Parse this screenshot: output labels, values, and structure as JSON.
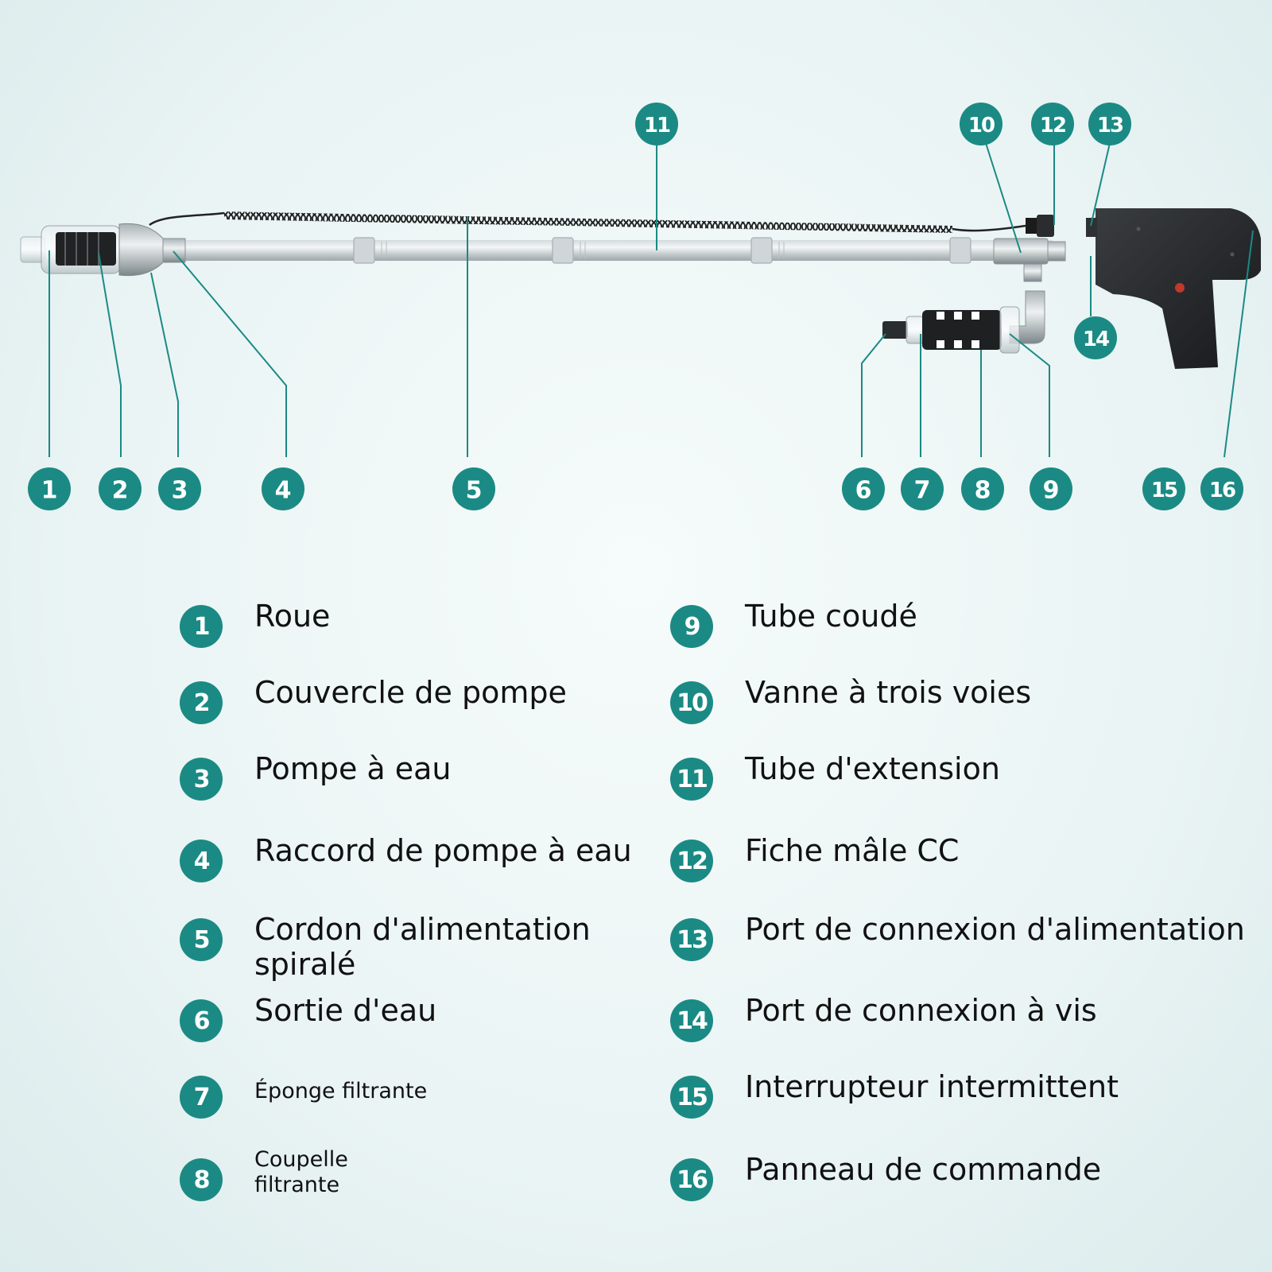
{
  "colors": {
    "accent": "#1b8a84",
    "leader": "#1b8a84",
    "text": "#111111"
  },
  "callouts": [
    "1",
    "2",
    "3",
    "4",
    "5",
    "6",
    "7",
    "8",
    "9",
    "10",
    "11",
    "12",
    "13",
    "14",
    "15",
    "16"
  ],
  "legend": [
    {
      "number": "1",
      "label": "Roue"
    },
    {
      "number": "2",
      "label": "Couvercle de pompe"
    },
    {
      "number": "3",
      "label": "Pompe à eau"
    },
    {
      "number": "4",
      "label": "Raccord de pompe à eau"
    },
    {
      "number": "5",
      "label_line1": "Cordon d'alimentation",
      "label_line2": "spiralé"
    },
    {
      "number": "6",
      "label": "Sortie d'eau"
    },
    {
      "number": "7",
      "label": "Éponge filtrante"
    },
    {
      "number": "8",
      "label_line1": "Coupelle",
      "label_line2": "filtrante"
    },
    {
      "number": "9",
      "label": "Tube coudé"
    },
    {
      "number": "10",
      "label": "Vanne à trois voies"
    },
    {
      "number": "11",
      "label": "Tube d'extension"
    },
    {
      "number": "12",
      "label": "Fiche mâle CC"
    },
    {
      "number": "13",
      "label": "Port de connexion d'alimentation"
    },
    {
      "number": "14",
      "label": "Port de connexion à vis"
    },
    {
      "number": "15",
      "label": "Interrupteur intermittent"
    },
    {
      "number": "16",
      "label": "Panneau de commande"
    }
  ]
}
